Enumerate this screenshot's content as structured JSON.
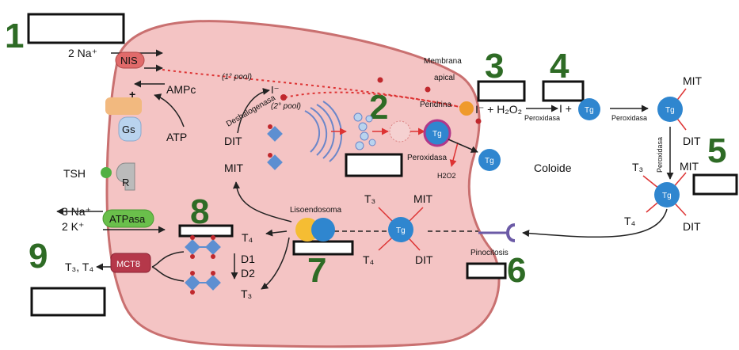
{
  "numbers": {
    "n1": "1",
    "n2": "2",
    "n3": "3",
    "n4": "4",
    "n5": "5",
    "n6": "6",
    "n7": "7",
    "n8": "8",
    "n9": "9"
  },
  "labels": {
    "na2": "2 Na⁺",
    "nis": "NIS",
    "ampc": "AMPc",
    "plus": "+",
    "gs": "Gs",
    "atp": "ATP",
    "tsh": "TSH",
    "r": "R",
    "na3": "3 Na⁺",
    "k2": "2 K⁺",
    "atpasa": "ATPasa",
    "mct8": "MCT8",
    "t3t4": "T₃, T₄",
    "pool1": "(1° pool)",
    "pool2": "(2° pool)",
    "deshalogenasa": "Deshalogenasa",
    "iodide_in": "I⁻",
    "dit": "DIT",
    "mit": "MIT",
    "membrana": "Membrana",
    "apical": "apical",
    "pendrina": "Pendrina",
    "i_h2o2": "I⁻ + H₂O₂",
    "i_plus": "I + ",
    "peroxidasa": "Peroxidasa",
    "peroxidasa_vert": "Peroxidasa",
    "h2o2": "H2O2",
    "coloide": "Coloide",
    "tg": "Tg",
    "lisoendosoma": "Lisoendosoma",
    "t3": "T₃",
    "t4": "T₄",
    "d1": "D1",
    "d2": "D2",
    "pinocitosis": "Pinocitosis"
  },
  "colors": {
    "cell_fill": "#f4c4c4",
    "cell_stroke": "#c97070",
    "tg_blue": "#2f86cf",
    "tg_ring": "#b0388a",
    "nis_red": "#e06a6a",
    "atpasa_green": "#6abf4b",
    "mct8_red": "#b5384a",
    "gs_blue": "#b9d3ee",
    "ac_orange": "#f2b97f",
    "tsh_green": "#52b043",
    "pendrin_orange": "#ef9a2c",
    "lyso_yellow": "#f5bd33",
    "lyso_blue": "#2f86cf",
    "diamond_blue": "#5d8fd1",
    "dot_red": "#c0282d",
    "number_green": "#2e6b25",
    "receptor_purple": "#6b5aa6"
  }
}
